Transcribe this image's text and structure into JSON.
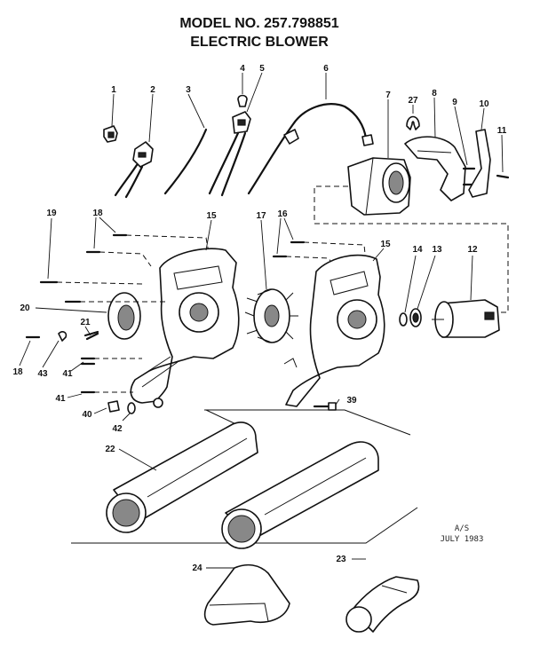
{
  "title": {
    "model_line": "MODEL NO. 257.798851",
    "product_line": "ELECTRIC BLOWER"
  },
  "stamp": {
    "line1": "A/S",
    "line2": "JULY 1983"
  },
  "callouts": {
    "n1": "1",
    "n2": "2",
    "n3": "3",
    "n4": "4",
    "n5": "5",
    "n6": "6",
    "n7": "7",
    "n8": "8",
    "n9": "9",
    "n10": "10",
    "n11": "11",
    "n12": "12",
    "n13": "13",
    "n14": "14",
    "n15a": "15",
    "n15b": "15",
    "n16": "16",
    "n17": "17",
    "n18a": "18",
    "n18b": "18",
    "n19": "19",
    "n20": "20",
    "n21": "21",
    "n22": "22",
    "n23": "23",
    "n24": "24",
    "n27": "27",
    "n39": "39",
    "n40": "40",
    "n41a": "41",
    "n41b": "41",
    "n42": "42",
    "n43": "43"
  }
}
